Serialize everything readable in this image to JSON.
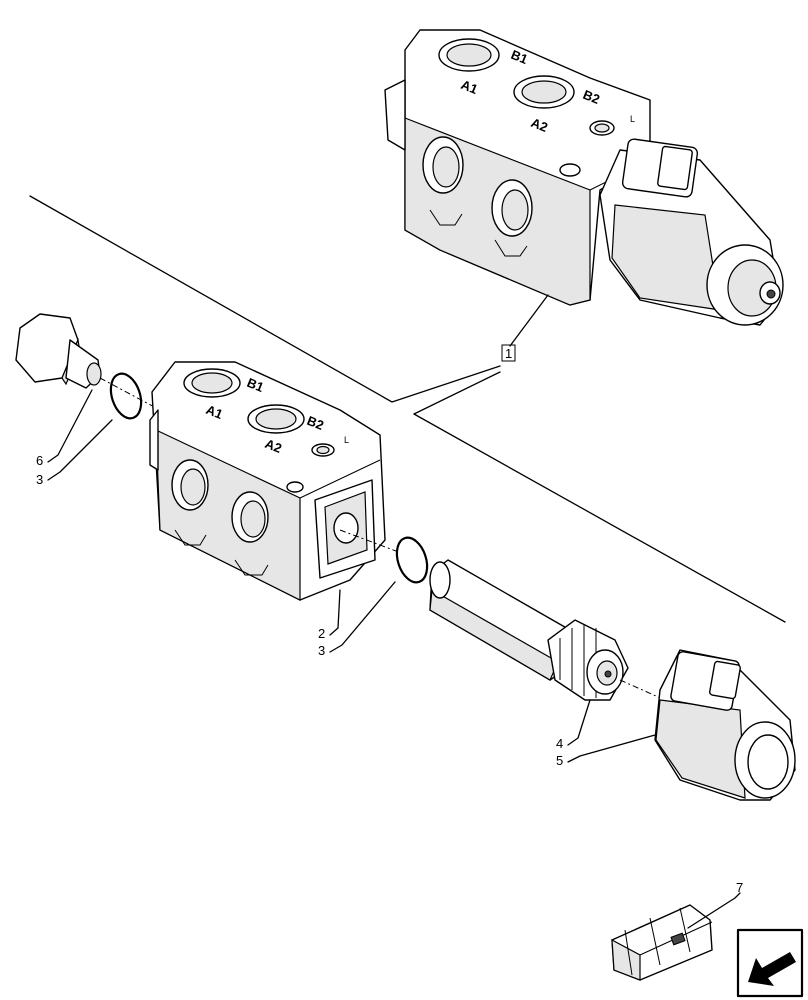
{
  "callouts": {
    "ref_assembly": "1",
    "c2": "2",
    "c3a": "3",
    "c3b": "3",
    "c4": "4",
    "c5": "5",
    "c6": "6",
    "c7": "7"
  },
  "port_markings": {
    "b1": "B1",
    "a1": "A1",
    "b2": "B2",
    "a2": "A2",
    "l": "L"
  },
  "icons": {
    "kit": "packaged-kit-icon",
    "nav": "previous-page-arrow-icon"
  }
}
